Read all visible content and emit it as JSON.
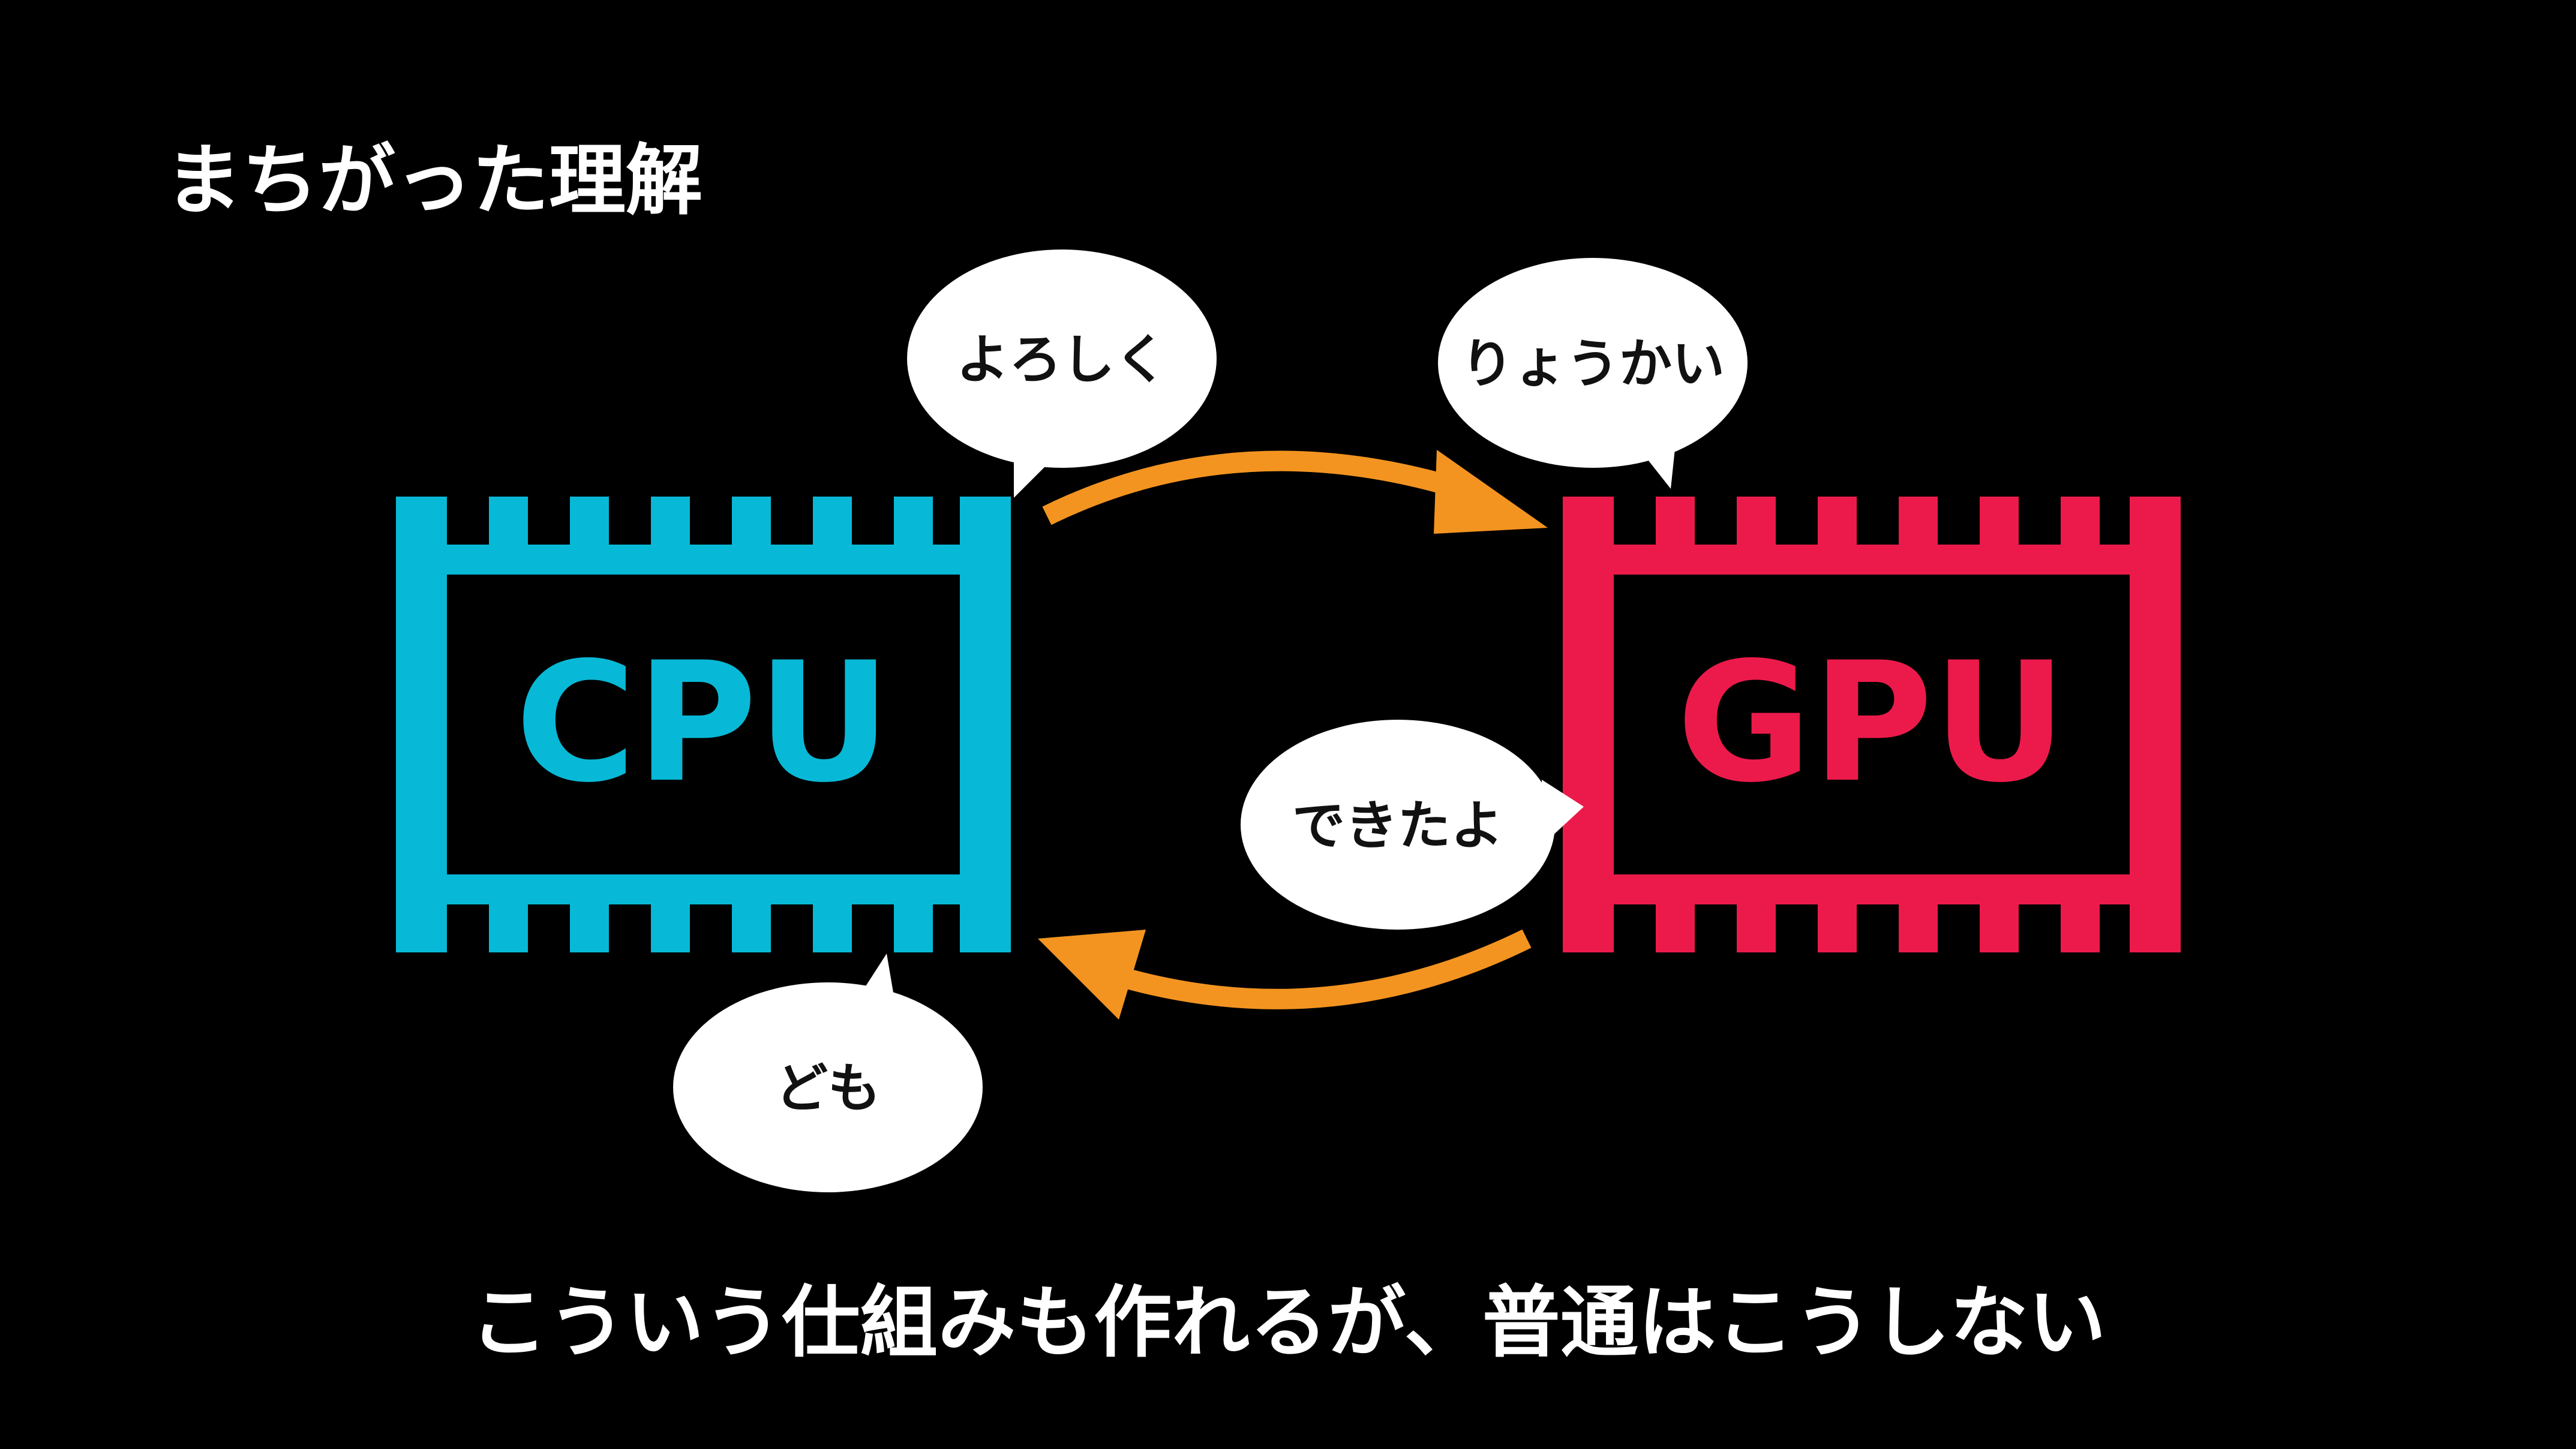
{
  "slide": {
    "title": "まちがった理解",
    "caption": "こういう仕組みも作れるが、普通はこうしない"
  },
  "chips": {
    "cpu": {
      "label": "CPU",
      "color": "#07B9D6"
    },
    "gpu": {
      "label": "GPU",
      "color": "#EC1A4B"
    }
  },
  "bubbles": {
    "cpu_request": "よろしく",
    "gpu_ack": "りょうかい",
    "gpu_done": "できたよ",
    "cpu_thanks": "ども"
  },
  "arrows": {
    "color": "#F39420"
  },
  "background": "#000000"
}
